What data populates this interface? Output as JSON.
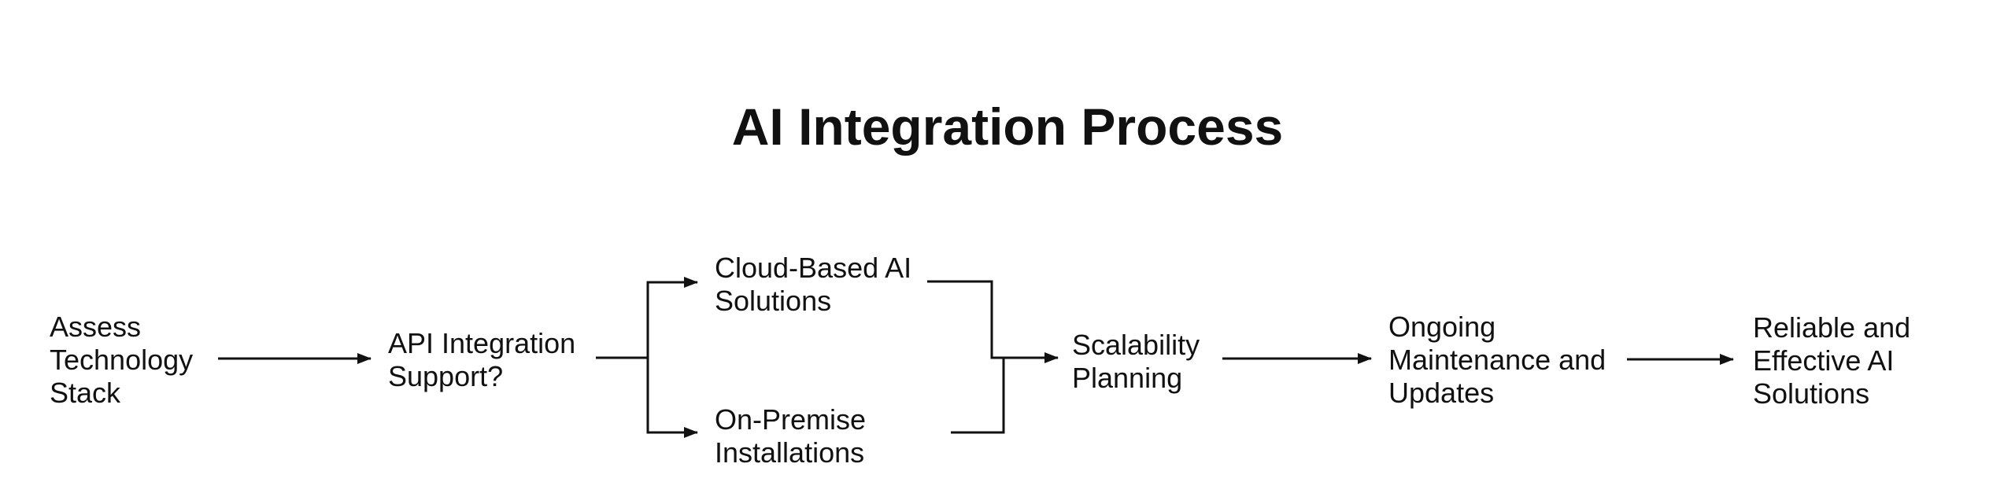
{
  "title": "AI Integration Process",
  "colors": {
    "background": "#ffffff",
    "text": "#111111",
    "line": "#111111"
  },
  "diagram": {
    "type": "flowchart",
    "direction": "left-to-right",
    "nodes": [
      {
        "id": "A",
        "label": "Assess Technology Stack",
        "lines": [
          "Assess",
          "Technology",
          "Stack"
        ]
      },
      {
        "id": "B",
        "label": "API Integration Support?",
        "lines": [
          "API Integration",
          "Support?"
        ]
      },
      {
        "id": "C",
        "label": "Cloud-Based AI Solutions",
        "lines": [
          "Cloud-Based AI",
          "Solutions"
        ]
      },
      {
        "id": "D",
        "label": "On-Premise Installations",
        "lines": [
          "On-Premise",
          "Installations"
        ]
      },
      {
        "id": "E",
        "label": "Scalability Planning",
        "lines": [
          "Scalability",
          "Planning"
        ]
      },
      {
        "id": "F",
        "label": "Ongoing Maintenance and Updates",
        "lines": [
          "Ongoing",
          "Maintenance and",
          "Updates"
        ]
      },
      {
        "id": "G",
        "label": "Reliable and Effective AI Solutions",
        "lines": [
          "Reliable and",
          "Effective AI",
          "Solutions"
        ]
      }
    ],
    "edges": [
      {
        "from": "Assess Technology Stack",
        "to": "API Integration Support?"
      },
      {
        "from": "API Integration Support?",
        "to": "Cloud-Based AI Solutions"
      },
      {
        "from": "API Integration Support?",
        "to": "On-Premise Installations"
      },
      {
        "from": "Cloud-Based AI Solutions",
        "to": "Scalability Planning"
      },
      {
        "from": "On-Premise Installations",
        "to": "Scalability Planning"
      },
      {
        "from": "Scalability Planning",
        "to": "Ongoing Maintenance and Updates"
      },
      {
        "from": "Ongoing Maintenance and Updates",
        "to": "Reliable and Effective AI Solutions"
      }
    ]
  }
}
